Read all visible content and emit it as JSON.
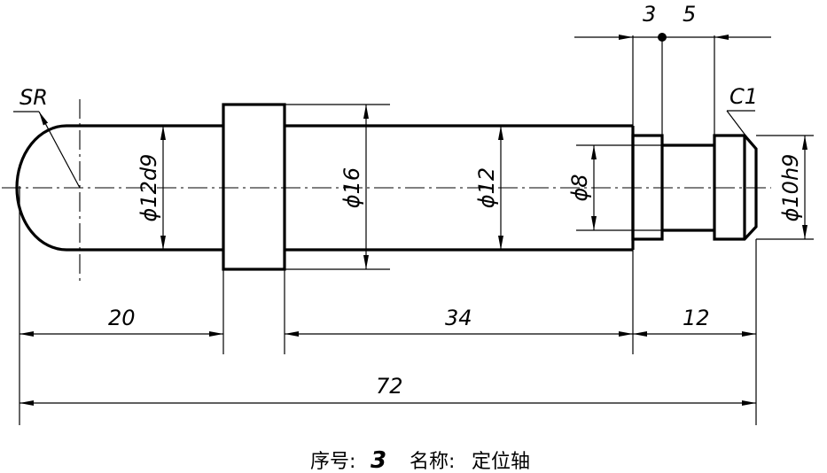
{
  "labels": {
    "sr": "SR",
    "chamfer": "C1",
    "dia_12d9": "ϕ12d9",
    "dia_16": "ϕ16",
    "dia_12": "ϕ12",
    "dia_8": "ϕ8",
    "dia_10h9": "ϕ10h9",
    "len_3": "3",
    "len_5": "5",
    "len_20": "20",
    "len_34": "34",
    "len_12": "12",
    "len_72": "72"
  },
  "caption": {
    "seq_label": "序号:",
    "seq_value": "3",
    "name_label": "名称:",
    "name_value": "定位轴"
  }
}
